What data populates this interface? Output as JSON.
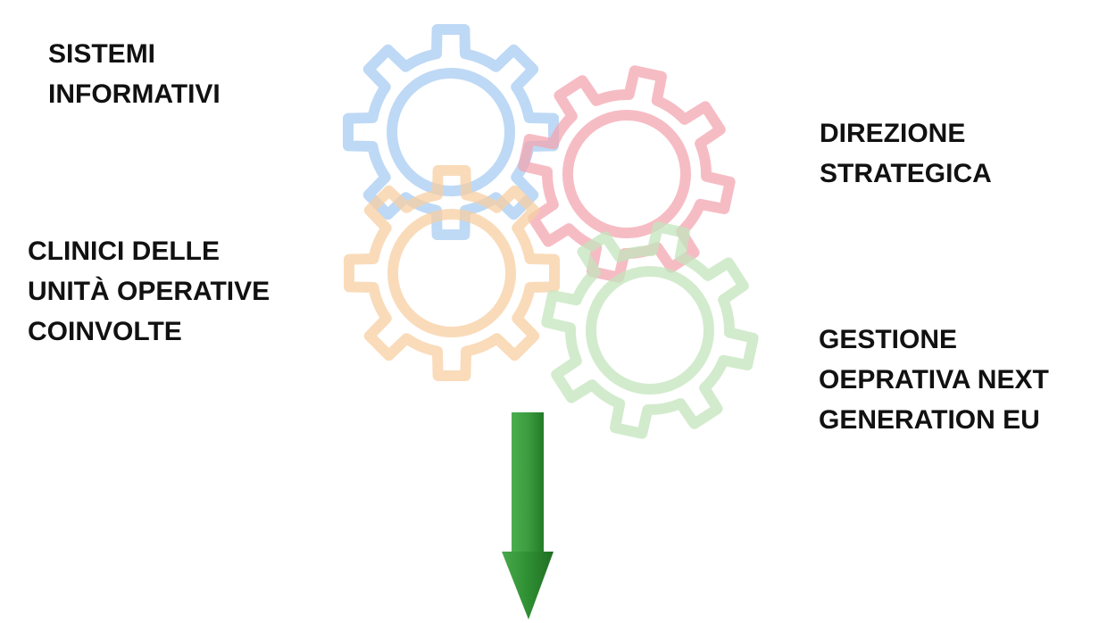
{
  "labels": {
    "sistemi_informativi": [
      "SISTEMI",
      "INFORMATIVI"
    ],
    "direzione_strategica": [
      "DIREZIONE",
      "STRATEGICA"
    ],
    "clinici": [
      "CLINICI DELLE",
      "UNITÀ OPERATIVE",
      "COINVOLTE"
    ],
    "gestione_operativa": [
      "GESTIONE",
      "OEPRATIVA NEXT",
      "GENERATION EU"
    ]
  },
  "gears": [
    {
      "name": "blue-gear-icon",
      "color": "#a9cdf2"
    },
    {
      "name": "red-gear-icon",
      "color": "#f3a6b1"
    },
    {
      "name": "orange-gear-icon",
      "color": "#f8cfa3"
    },
    {
      "name": "green-gear-icon",
      "color": "#c4e5bd"
    }
  ],
  "arrow": {
    "name": "down-arrow-icon",
    "color": "#2e8b32",
    "direction": "down"
  }
}
